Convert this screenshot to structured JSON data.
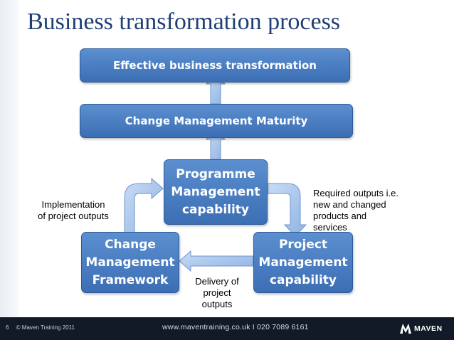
{
  "slide": {
    "title": "Business transformation process"
  },
  "diagram": {
    "top_box": "Effective business transformation",
    "maturity_box": "Change Management Maturity",
    "programme_box": [
      "Programme",
      "Management",
      "capability"
    ],
    "change_box": [
      "Change",
      "Management",
      "Framework"
    ],
    "project_box": [
      "Project",
      "Management",
      "capability"
    ],
    "label_implementation": [
      "Implementation",
      "of project outputs"
    ],
    "label_required": [
      "Required outputs i.e.",
      "new and changed",
      "products and",
      "services"
    ],
    "label_delivery": [
      "Delivery of",
      "project",
      "outputs"
    ]
  },
  "footer": {
    "page_number": "6",
    "copyright": "© Maven Training 2011",
    "contact": "www.maventraining.co.uk  I  020 7089 6161",
    "logo_text": "MAVEN"
  },
  "colors": {
    "box_fill": "#4a7fc1",
    "arrow_fill": "#aecaf0",
    "title": "#1f3f73",
    "footer_bg": "#111a26"
  }
}
